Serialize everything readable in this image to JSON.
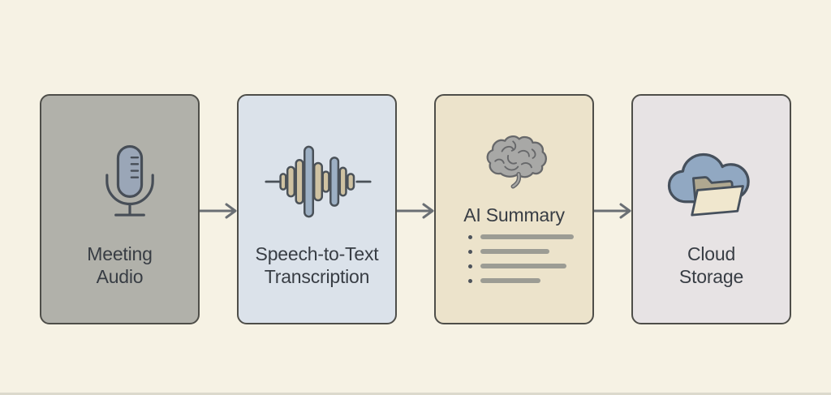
{
  "page": {
    "background": "#f6f2e4",
    "bottom_edge_color": "#dcd9cc"
  },
  "diagram": {
    "type": "flowchart",
    "direction": "left-to-right",
    "text_color": "#383d44",
    "node_border_color": "#4e4e49",
    "arrow_color": "#6a6f74",
    "nodes": [
      {
        "id": "meeting-audio",
        "icon": "microphone-icon",
        "lines": [
          "Meeting",
          "Audio"
        ],
        "fill": "#b1b1aa"
      },
      {
        "id": "speech-to-text-transcription",
        "icon": "waveform-icon",
        "lines": [
          "Speech-to-Text",
          "Transcription"
        ],
        "fill": "#dbe2ea"
      },
      {
        "id": "ai-summary",
        "icon": "brain-icon",
        "lines": [
          "AI Summary"
        ],
        "fill": "#ece3cb",
        "bullets": {
          "dot_color": "#4d535b",
          "bar_color": "#9c9c94",
          "bar_widths": [
            115,
            85,
            106,
            74
          ]
        }
      },
      {
        "id": "cloud-storage",
        "icon": "cloud-folder-icon",
        "lines": [
          "Cloud",
          "Storage"
        ],
        "fill": "#e7e3e4"
      }
    ],
    "connections": [
      {
        "from": "meeting-audio",
        "to": "speech-to-text-transcription"
      },
      {
        "from": "speech-to-text-transcription",
        "to": "ai-summary"
      },
      {
        "from": "ai-summary",
        "to": "cloud-storage"
      }
    ]
  },
  "icons": {
    "microphone": {
      "fill": "#9aa6b7",
      "outline": "#474e57"
    },
    "waveform": {
      "tan": "#cfc2a2",
      "blue": "#9db0c4",
      "outline": "#4a5158"
    },
    "brain": {
      "fill": "#a8a8a6",
      "outline": "#67686a"
    },
    "cloud_folder": {
      "cloud": "#91a8c2",
      "folder_back": "#b0a890",
      "folder_front": "#f0e7ce",
      "outline": "#46505c"
    }
  }
}
